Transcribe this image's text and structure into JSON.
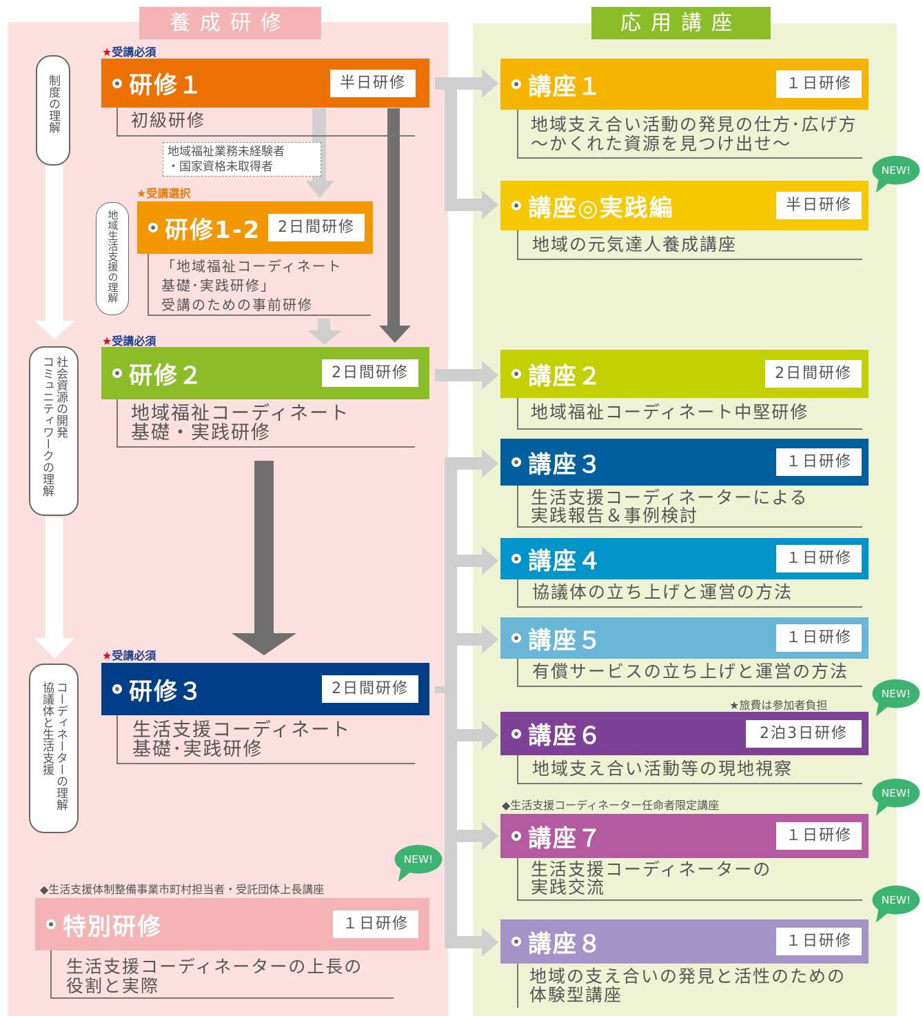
{
  "headers": {
    "left": "養成研修",
    "right": "応用講座"
  },
  "side_labels": {
    "seido": "制度の理解",
    "chiiki": "地域生活支援の理解",
    "community_l1": "コミュニティワークの理解",
    "community_l2": "社会資源の開発",
    "kyogi_l1": "協議体と生活支援",
    "kyogi_l2": "コーディネーターの理解"
  },
  "markers": {
    "required": "受講必須",
    "optional": "受講選択",
    "star": "★"
  },
  "training": {
    "t1": {
      "title": "研修１",
      "duration": "半日研修",
      "desc": [
        "初級研修"
      ]
    },
    "t1_condition": [
      "地域福祉業務未経験者",
      "・国家資格未取得者"
    ],
    "t12": {
      "title": "研修1-2",
      "duration": "2日間研修",
      "desc": [
        "「地域福祉コーディネート",
        "基礎･実践研修」",
        "受講のための事前研修"
      ]
    },
    "t2": {
      "title": "研修２",
      "duration": "2日間研修",
      "desc": [
        "地域福祉コーディネート",
        "基礎・実践研修"
      ]
    },
    "t3": {
      "title": "研修３",
      "duration": "2日間研修",
      "desc": [
        "生活支援コーディネート",
        "基礎･実践研修"
      ]
    },
    "special_note": "◆生活支援体制整備事業市町村担当者・受託団体上長講座",
    "special": {
      "title": "特別研修",
      "duration": "１日研修",
      "desc": [
        "生活支援コーディネーターの上長の",
        "役割と実際"
      ]
    }
  },
  "courses": {
    "c1": {
      "title": "講座１",
      "duration": "１日研修",
      "desc": [
        "地域支え合い活動の発見の仕方･広げ方",
        "〜かくれた資源を見つけ出せ〜"
      ]
    },
    "c0": {
      "title": "講座◎実践編",
      "duration": "半日研修",
      "desc": [
        "地域の元気達人養成講座"
      ]
    },
    "c2": {
      "title": "講座２",
      "duration": "2日間研修",
      "desc": [
        "地域福祉コーディネート中堅研修"
      ]
    },
    "c3": {
      "title": "講座３",
      "duration": "１日研修",
      "desc": [
        "生活支援コーディネーターによる",
        "実践報告＆事例検討"
      ]
    },
    "c4": {
      "title": "講座４",
      "duration": "１日研修",
      "desc": [
        "協議体の立ち上げと運営の方法"
      ]
    },
    "c5": {
      "title": "講座５",
      "duration": "１日研修",
      "desc": [
        "有償サービスの立ち上げと運営の方法"
      ]
    },
    "c6_note": "★旅費は参加者負担",
    "c6": {
      "title": "講座６",
      "duration": "2泊3日研修",
      "desc": [
        "地域支え合い活動等の現地視察"
      ]
    },
    "c7_note": "◆生活支援コーディネーター任命者限定講座",
    "c7": {
      "title": "講座７",
      "duration": "１日研修",
      "desc": [
        "生活支援コーディネーターの",
        "実践交流"
      ]
    },
    "c8": {
      "title": "講座８",
      "duration": "１日研修",
      "desc": [
        "地域の支え合いの発見と活性のための",
        "体験型講座"
      ]
    }
  },
  "new_badge": "NEW!",
  "colors": {
    "left_panel": "#fce0e0",
    "right_panel": "#eef3d4",
    "head_left": "#f4b3b4",
    "head_right": "#8bbd28",
    "t1": "#ec7004",
    "t12": "#f39700",
    "t2": "#8bbd28",
    "t3": "#003f87",
    "special": "#f4b3b4",
    "c1": "#f5b400",
    "c0": "#f5c800",
    "c2": "#c2cf00",
    "c3": "#00609e",
    "c4": "#0094c8",
    "c5": "#6ab6d6",
    "c6": "#7d4196",
    "c7": "#b45aa1",
    "c8": "#a393c6",
    "new_badge": "#3cb371"
  }
}
